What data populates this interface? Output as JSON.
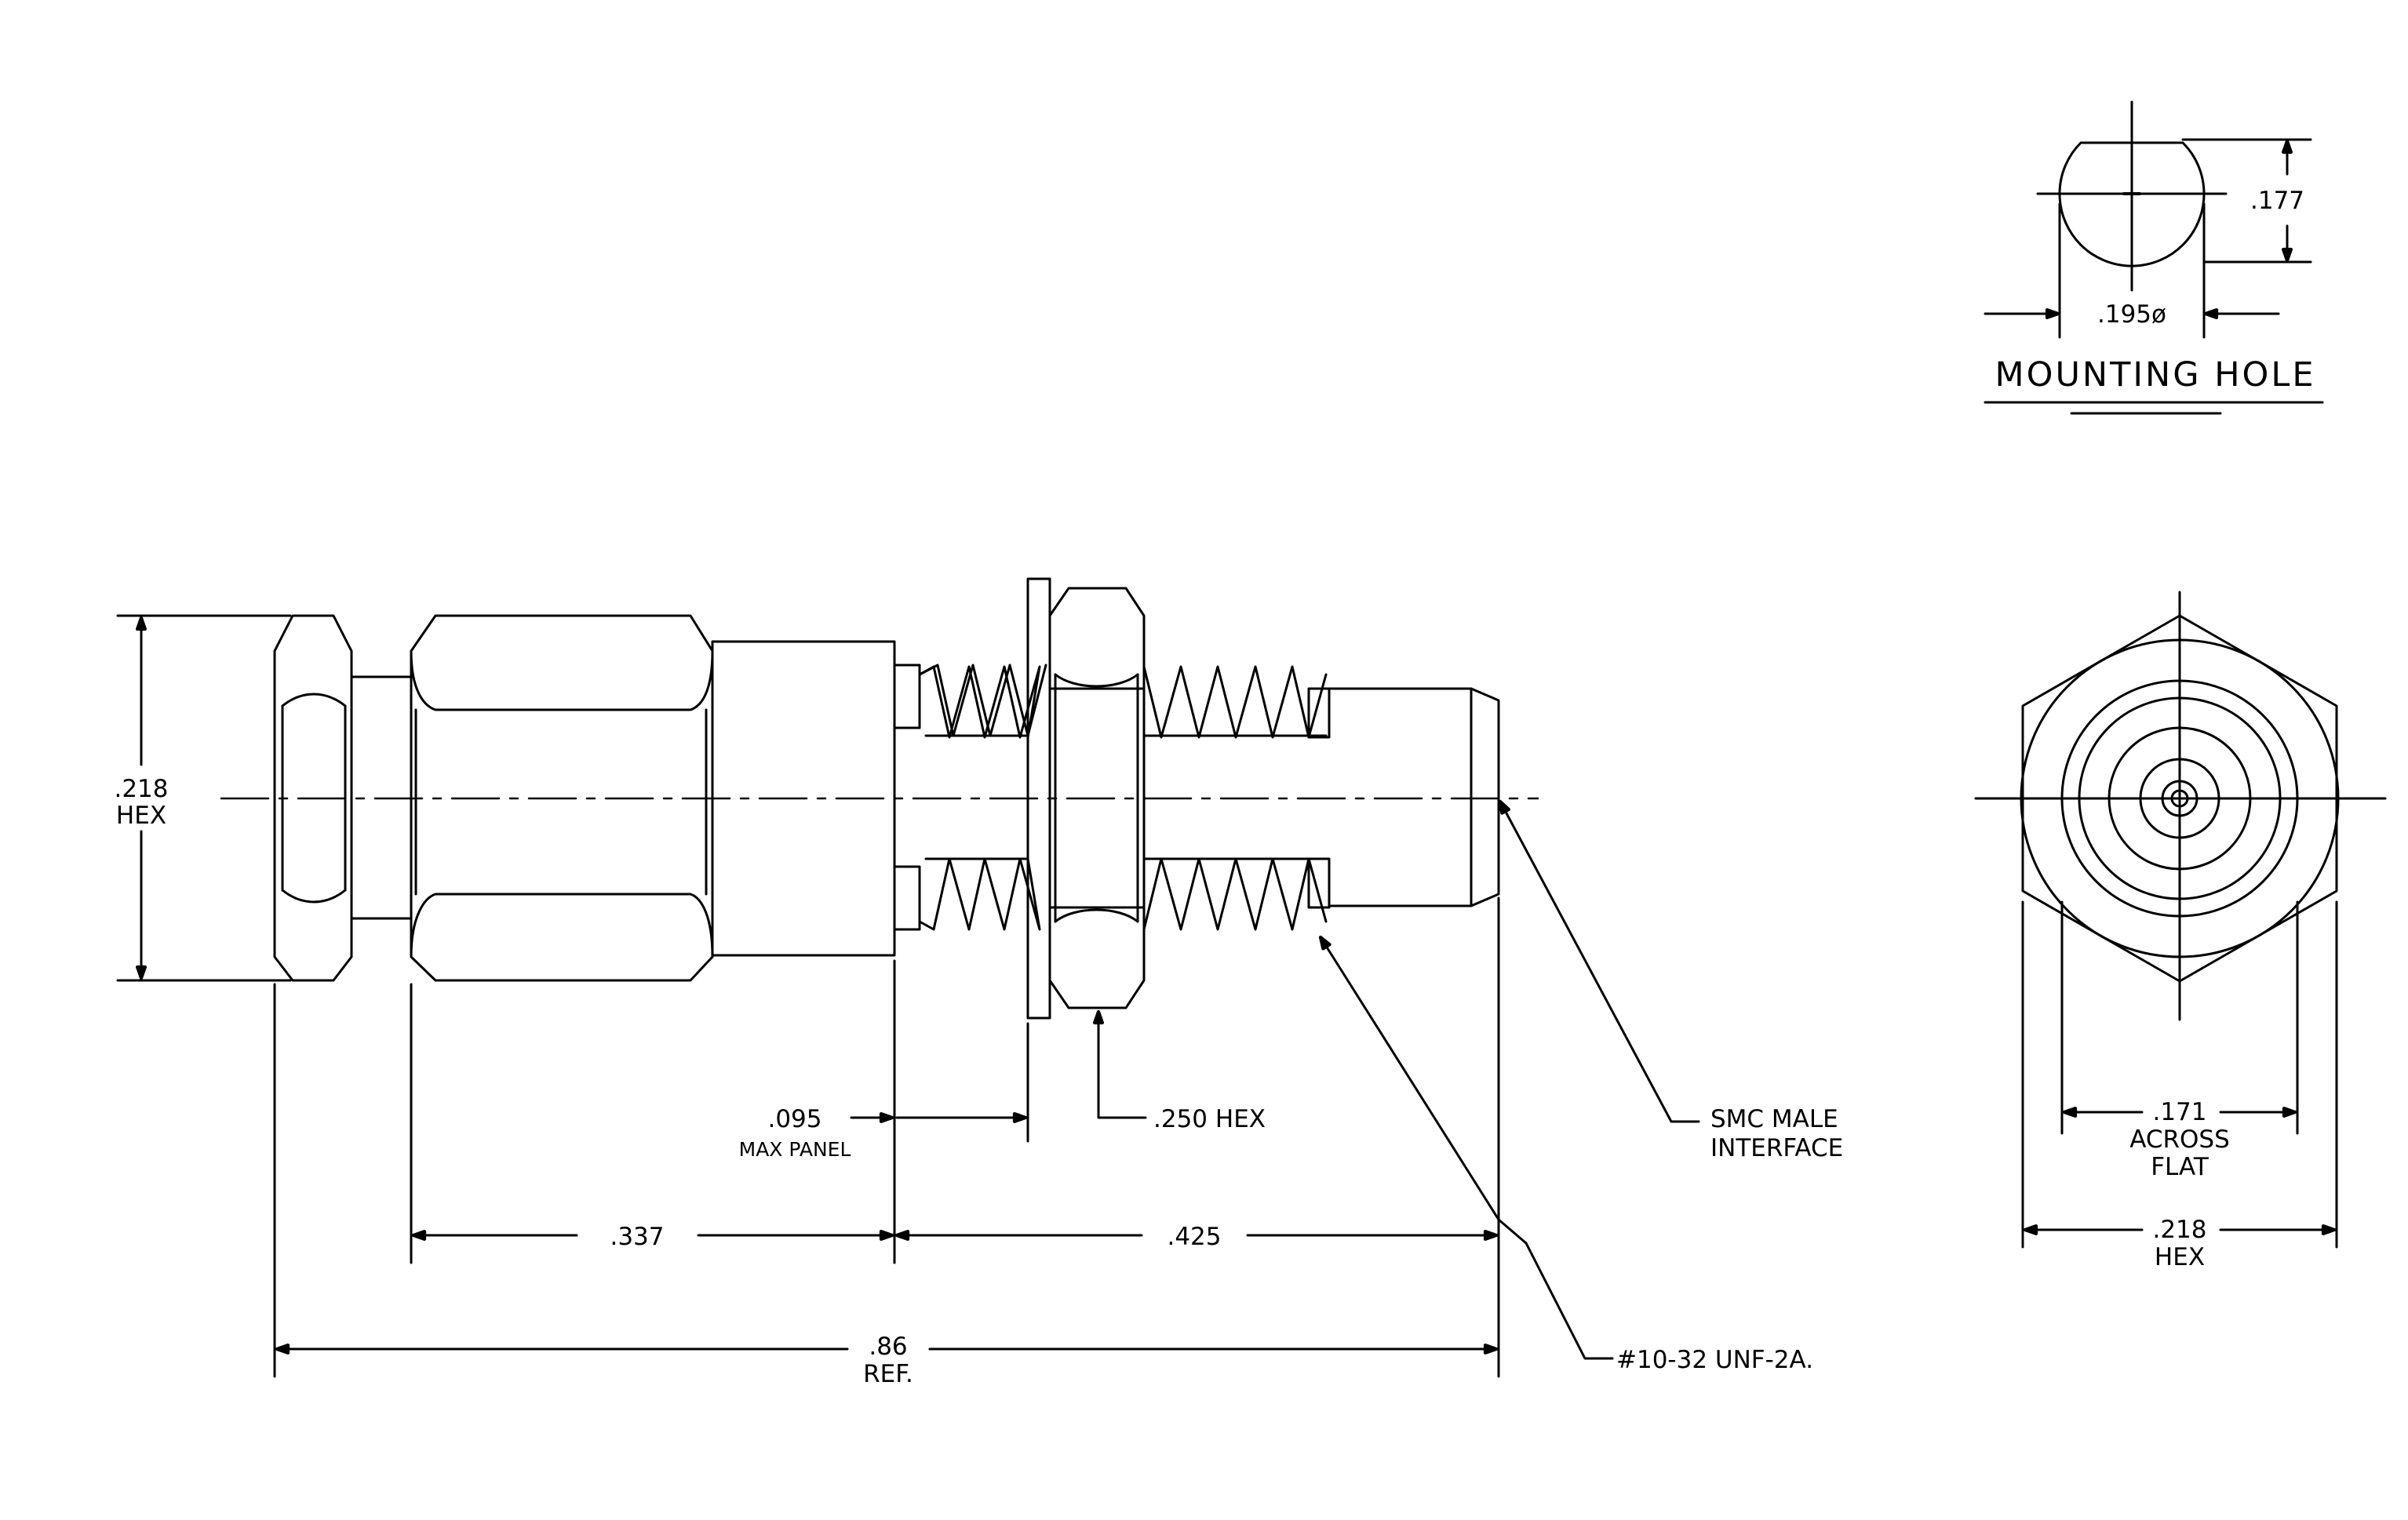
{
  "mounting_hole": {
    "title": "MOUNTING HOLE",
    "height_dim": ".177",
    "diameter_dim": ".195ø"
  },
  "side_view": {
    "hex_dim": ".218",
    "hex_label": "HEX",
    "panel_dim": ".095",
    "panel_label": "MAX PANEL",
    "nut_label": ".250 HEX",
    "interface_line1": "SMC MALE",
    "interface_line2": "INTERFACE",
    "len_a": ".337",
    "len_b": ".425",
    "overall_dim": ".86",
    "overall_ref": "REF.",
    "thread_label": "#10-32 UNF-2A."
  },
  "end_view": {
    "flat_dim": ".171",
    "flat_line1": "ACROSS",
    "flat_line2": "FLAT",
    "hex_dim": ".218",
    "hex_label": "HEX"
  }
}
